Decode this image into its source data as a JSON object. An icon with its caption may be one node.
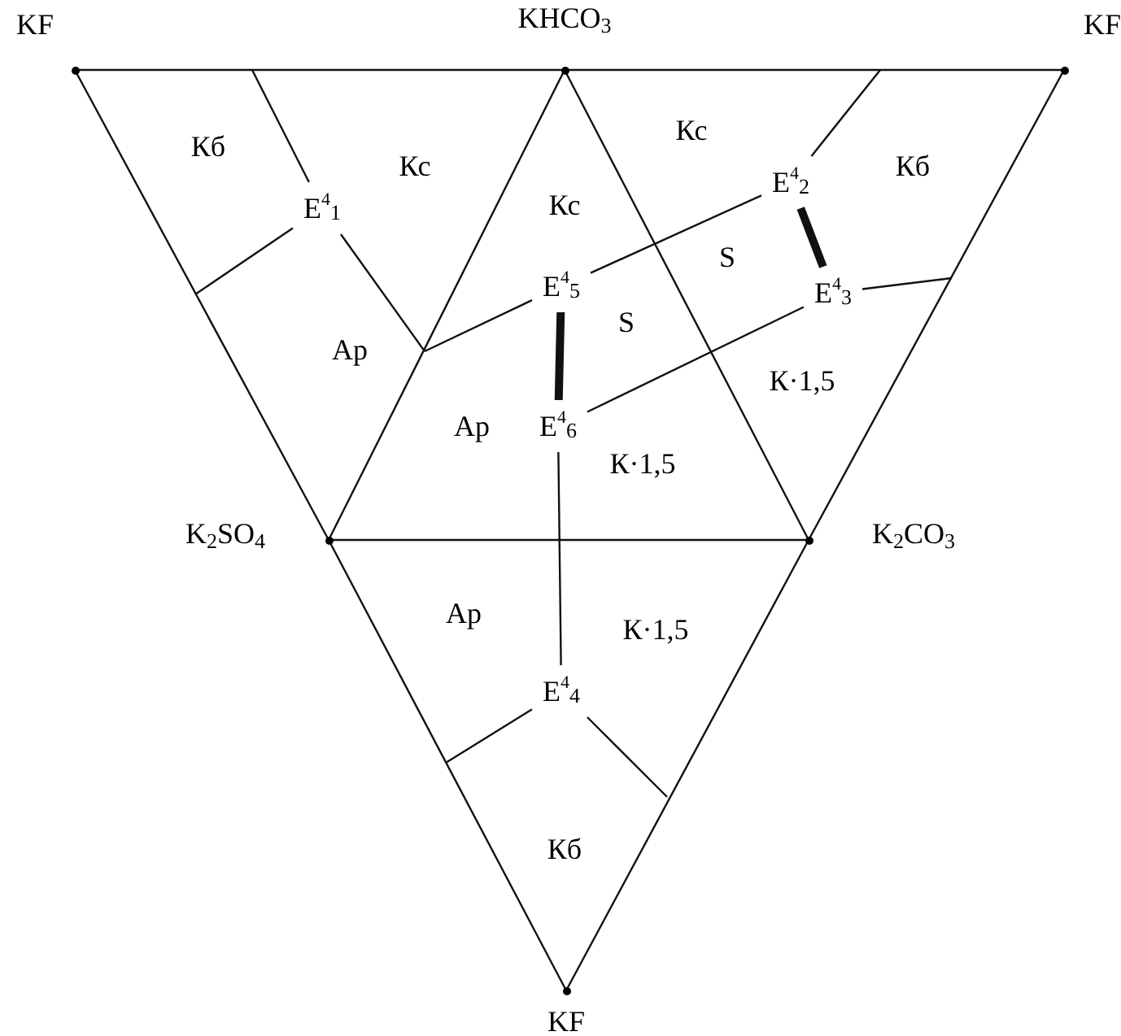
{
  "diagram": {
    "nodes": [
      {
        "text": [
          "KF"
        ]
      },
      {
        "text": [
          "KHCO$_{3}$"
        ]
      },
      {
        "text": [
          "KF"
        ]
      },
      {
        "text": [
          "E$^{4}$$_{1}$"
        ]
      },
      {
        "text": [
          "E$^{4}$$_{2}$"
        ]
      },
      {
        "text": [
          "E$^{4}$$_{5}$"
        ]
      },
      {
        "text": [
          "E$^{4}$$_{3}$"
        ]
      },
      {
        "text": [
          "E$^{4}$$_{6}$"
        ]
      },
      {
        "text": [
          "K$_{2}$SO$_{4}$"
        ]
      },
      {
        "text": [
          "K$_{2}$CO$_{3}$"
        ]
      },
      {
        "text": [
          "E$^{4}$$_{4}$"
        ]
      },
      {
        "text": [
          "KF"
        ]
      }
    ],
    "edges": [
      {
        "from": 0,
        "to": 1,
        "arrow": "none"
      },
      {
        "from": 1,
        "to": 2,
        "arrow": "none"
      },
      {
        "from": 0,
        "to": 8,
        "arrow": "none"
      },
      {
        "from": 8,
        "to": 11,
        "arrow": "none"
      },
      {
        "from": 2,
        "to": 9,
        "arrow": "none"
      },
      {
        "from": 9,
        "to": 11,
        "arrow": "none"
      },
      {
        "from": 1,
        "to": 8,
        "arrow": "none"
      },
      {
        "from": 1,
        "to": 9,
        "arrow": "none"
      },
      {
        "from": 8,
        "to": 9,
        "arrow": "none"
      },
      {
        "from": 3,
        "to": null,
        "arrow": "none"
      },
      {
        "from": 3,
        "to": null,
        "arrow": "none"
      },
      {
        "from": 3,
        "to": null,
        "arrow": "none"
      },
      {
        "from": 5,
        "to": null,
        "arrow": "none"
      },
      {
        "from": 5,
        "to": 4,
        "arrow": "none"
      },
      {
        "from": 4,
        "to": null,
        "arrow": "none"
      },
      {
        "from": 4,
        "to": 6,
        "arrow": "none",
        "style": "thick"
      },
      {
        "from": 6,
        "to": null,
        "arrow": "none"
      },
      {
        "from": 6,
        "to": 7,
        "arrow": "none"
      },
      {
        "from": 5,
        "to": 7,
        "arrow": "none",
        "style": "thick"
      },
      {
        "from": 7,
        "to": 10,
        "arrow": "none"
      },
      {
        "from": 10,
        "to": null,
        "arrow": "none"
      },
      {
        "from": 10,
        "to": null,
        "arrow": "none"
      }
    ],
    "labels": [
      "Кс",
      "Кб",
      "Кс",
      "Кб",
      "Кс",
      "S",
      "Ар",
      "S",
      "К·1,5",
      "Ар",
      "К·1,5",
      "Ар",
      "К·1,5",
      "Кб"
    ]
  }
}
